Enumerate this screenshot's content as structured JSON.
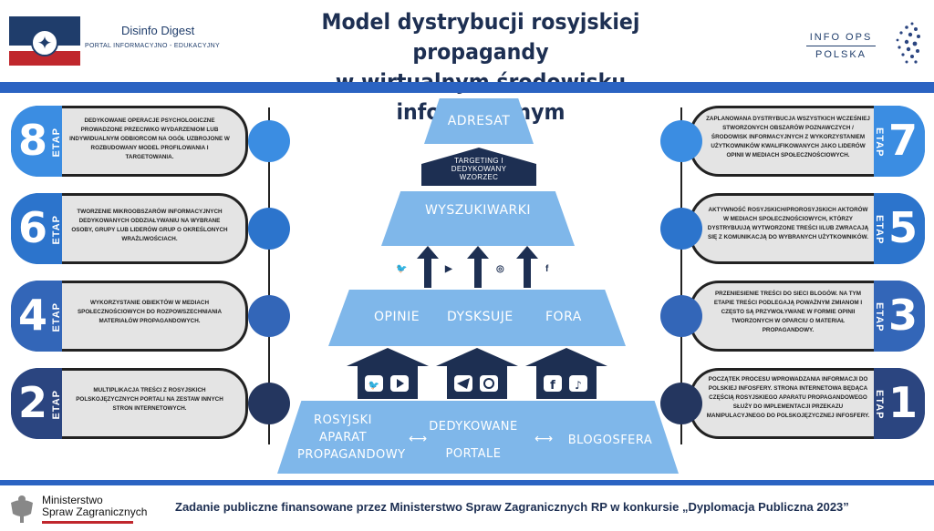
{
  "header": {
    "brand_name": "Disinfo Digest",
    "brand_sub": "PORTAL INFORMACYJNO - EDUKACYJNY",
    "title_line1": "Model dystrybucji rosyjskiej propagandy",
    "title_line2": "w wirtualnym środowisku informacyjnym",
    "partner_line1": "INFO OPS",
    "partner_line2": "POLSKA"
  },
  "etap_label": "ETAP",
  "stages": [
    {
      "num": "8",
      "text": "Dedykowane operacje psychologiczne prowadzone przeciwko wydarzeniom lub indywidualnym odbiorcom na ogół uzbrojone w rozbudowany model profilowania i targetowania.",
      "color": "#3b8de2"
    },
    {
      "num": "6",
      "text": "Tworzenie mikroobszarów informacyjnych dedykowanych oddziaływaniu na wybrane osoby, grupy lub liderów grup o określonych wrażliwościach.",
      "color": "#2c74cc"
    },
    {
      "num": "4",
      "text": "Wykorzystanie obiektów w mediach społecznościowych do rozpowszechniania materiałów propagandowych.",
      "color": "#3366b8"
    },
    {
      "num": "2",
      "text": "Multiplikacja treści z rosyjskich polskojęzycznych portali na zestaw innych stron internetowych.",
      "color": "#2b4580"
    },
    {
      "num": "7",
      "text": "Zaplanowana dystrybucja wszystkich wcześniej stworzonych obszarów poznawczych / środowisk informacyjnych z wykorzystaniem użytkowników kwalifikowanych jako liderów opinii w mediach społecznościowych.",
      "color": "#3b8de2"
    },
    {
      "num": "5",
      "text": "Aktywność rosyjskich/prorosyjskich aktorów w mediach społecznościowych, którzy dystrybuują wytworzone treści i/lub zwracają się z komunikacją do wybranych użytkowników.",
      "color": "#2c74cc"
    },
    {
      "num": "3",
      "text": "Przeniesienie treści do sieci blogów. Na tym etapie treści podlegają poważnym zmianom i często są przywoływane w formie opinii tworzonych w oparciu o materiał propagandowy.",
      "color": "#3366b8"
    },
    {
      "num": "1",
      "text": "Początek procesu wprowadzania informacji do polskiej infosfery. Strona internetowa będąca częścią rosyjskiego aparatu propagandowego służy do implementacji przekazu manipulacyjnego do polskojęzycznej infosfery.",
      "color": "#2b4580"
    }
  ],
  "pyramid": {
    "top": "ADRESAT",
    "targeting": "TARGETING I DEDYKOWANY WZORZEC",
    "search": "WYSZUKIWARKI",
    "mid": [
      "OPINIE",
      "DYSKSUJE",
      "FORA"
    ],
    "base": [
      "ROSYJSKI APARAT PROPAGANDOWY",
      "DEDYKOWANE PORTALE",
      "BLOGOSFERA"
    ]
  },
  "footer": {
    "ministry_line1": "Ministerstwo",
    "ministry_line2": "Spraw Zagranicznych",
    "text": "Zadanie publiczne finansowane przez Ministerstwo Spraw Zagranicznych RP w konkursie „Dyplomacja Publiczna 2023”"
  }
}
